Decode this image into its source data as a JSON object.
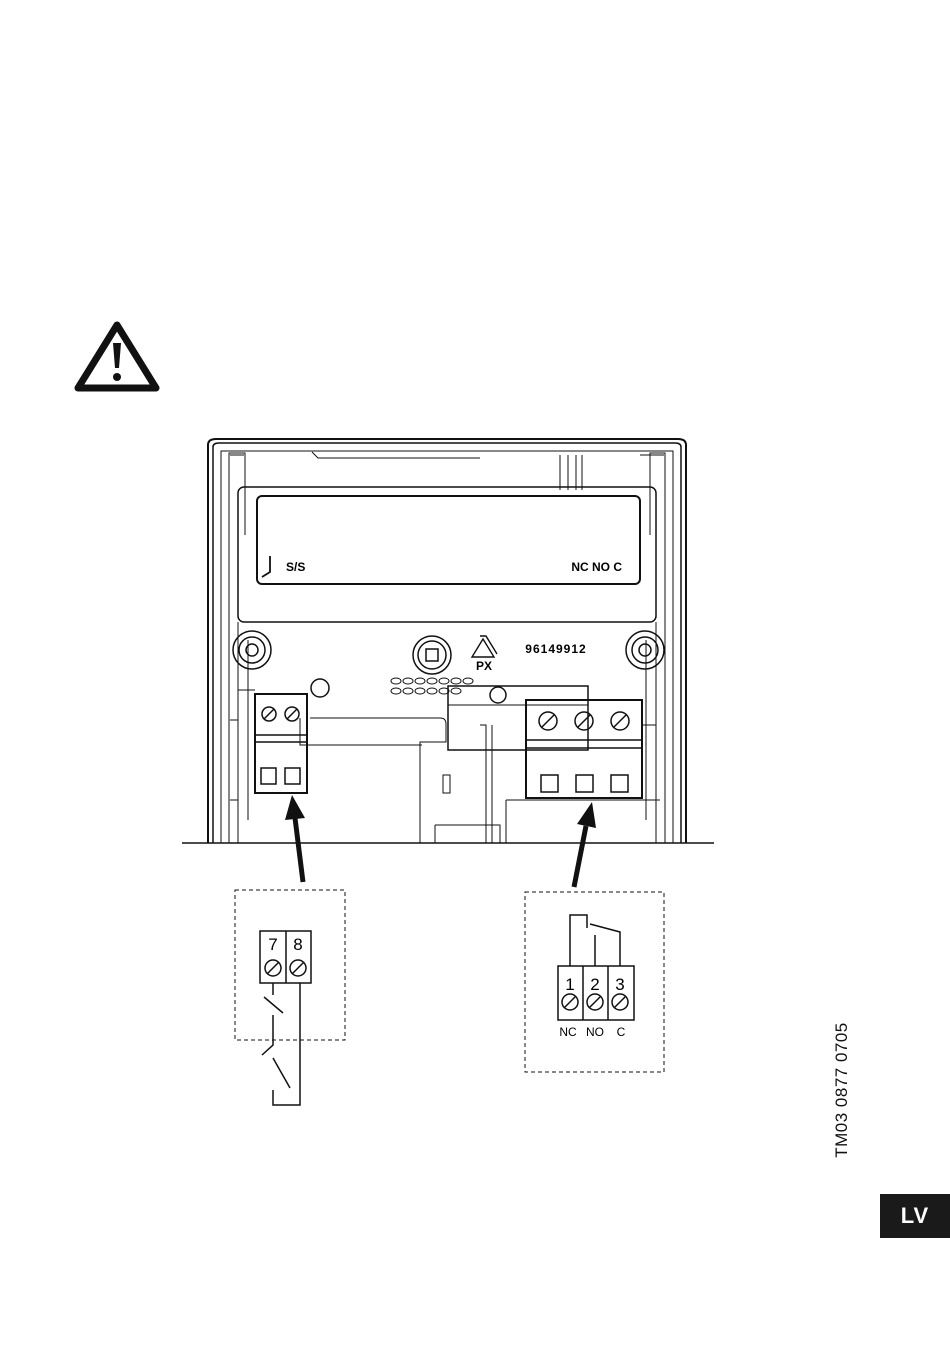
{
  "device_labels": {
    "ss_label": "S/S",
    "relay_label": "NC NO C",
    "part_number": "96149912",
    "recycle_mark": "PX"
  },
  "left_terminal": {
    "numbers": [
      "7",
      "8"
    ]
  },
  "right_terminal": {
    "numbers": [
      "1",
      "2",
      "3"
    ],
    "labels": [
      "NC",
      "NO",
      "C"
    ]
  },
  "document_code": "TM03 0877 0705",
  "language_tab": "LV",
  "icons": [
    "warning-icon",
    "recycle-icon"
  ]
}
